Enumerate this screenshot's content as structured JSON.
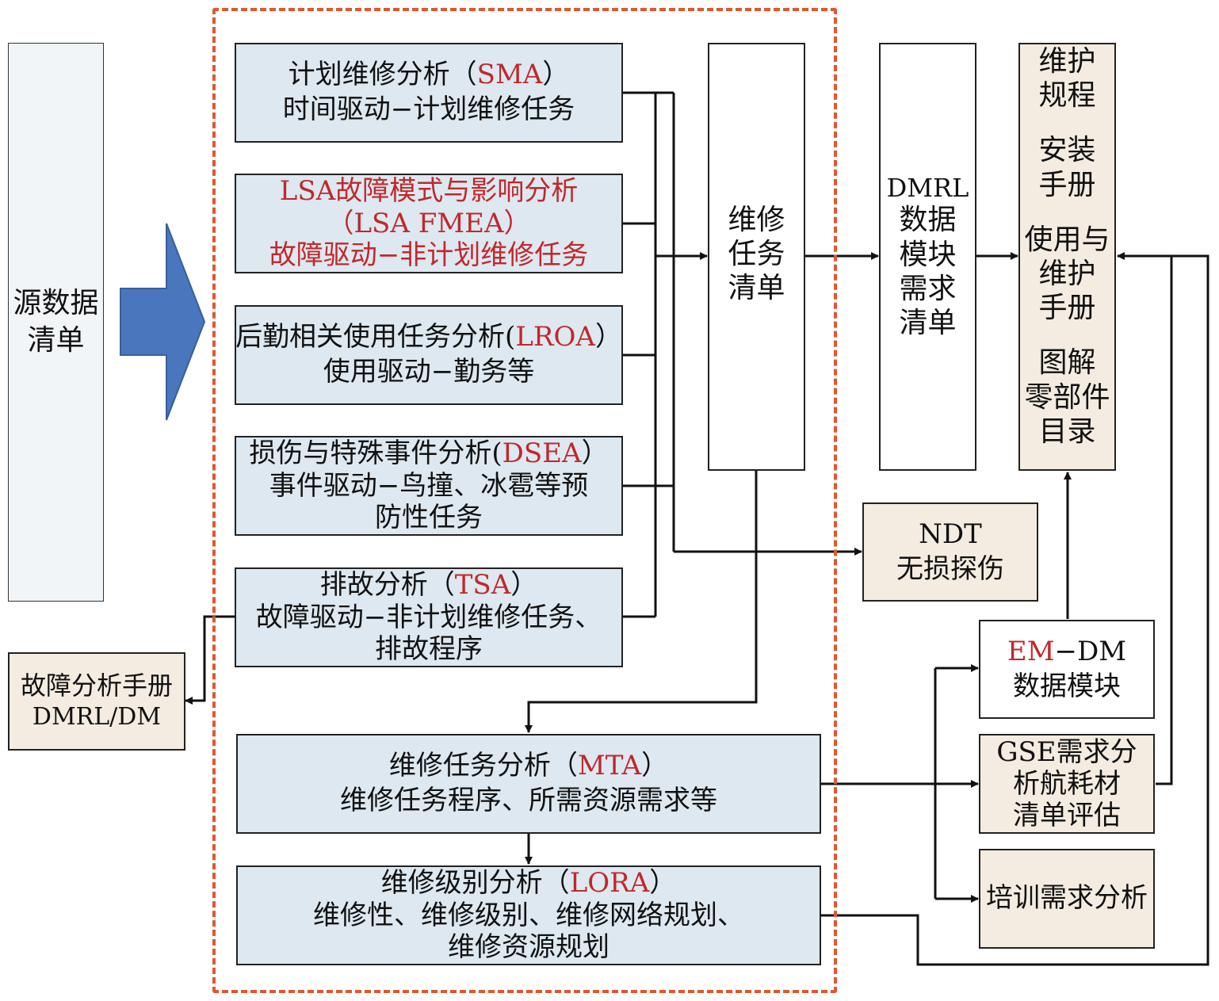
{
  "source_list": [
    "源数据",
    "清单"
  ],
  "sma": {
    "l1_pre": "计划维修分析（",
    "l1_code": "SMA",
    "l1_post": "）",
    "l2": "时间驱动−计划维修任务"
  },
  "lsa": {
    "l1": "LSA故障模式与影响分析",
    "l2": "（LSA FMEA）",
    "l3": "故障驱动−非计划维修任务"
  },
  "lroa": {
    "l1_pre": "后勤相关使用任务分析(",
    "l1_code": "LROA",
    "l1_post": "）",
    "l2": "使用驱动−勤务等"
  },
  "dsea": {
    "l1_pre": "损伤与特殊事件分析(",
    "l1_code": "DSEA",
    "l1_post": "）",
    "l2": "事件驱动−鸟撞、冰雹等预",
    "l3": "防性任务"
  },
  "tsa": {
    "l1_pre": "排故分析（",
    "l1_code": "TSA",
    "l1_post": "）",
    "l2": "故障驱动−非计划维修任务、",
    "l3": "排故程序"
  },
  "mta": {
    "l1_pre": "维修任务分析（",
    "l1_code": "MTA",
    "l1_post": "）",
    "l2": "维修任务程序、所需资源需求等"
  },
  "lora": {
    "l1_pre": "维修级别分析（",
    "l1_code": "LORA",
    "l1_post": "）",
    "l2": "维修性、维修级别、维修网络规划、",
    "l3": "维修资源规划"
  },
  "task_list": [
    "维修",
    "任务",
    "清单"
  ],
  "dmrl": [
    "DMRL",
    "数据",
    "模块",
    "需求",
    "清单"
  ],
  "manuals": {
    "maintenance_procedure": [
      "维护",
      "规程"
    ],
    "installation_manual": [
      "安装",
      "手册"
    ],
    "operation_manual": [
      "使用与",
      "维护",
      "手册"
    ],
    "ipc": [
      "图解",
      "零部件",
      "目录"
    ]
  },
  "ndt": [
    "NDT",
    "无损探伤"
  ],
  "fault_manual": [
    "故障分析手册",
    "DMRL/DM"
  ],
  "em_dm": {
    "code": "EM",
    "rest": "−DM",
    "l2": "数据模块"
  },
  "gse": [
    "GSE需求分",
    "析航耗材",
    "清单评估"
  ],
  "training": "培训需求分析",
  "colors": {
    "highlight_red": "#c0282c",
    "dashed_border": "#e0572e",
    "arrow_fill": "#4a76bd",
    "blue_box": "#dde8f0",
    "beige_box": "#f4ece1"
  }
}
